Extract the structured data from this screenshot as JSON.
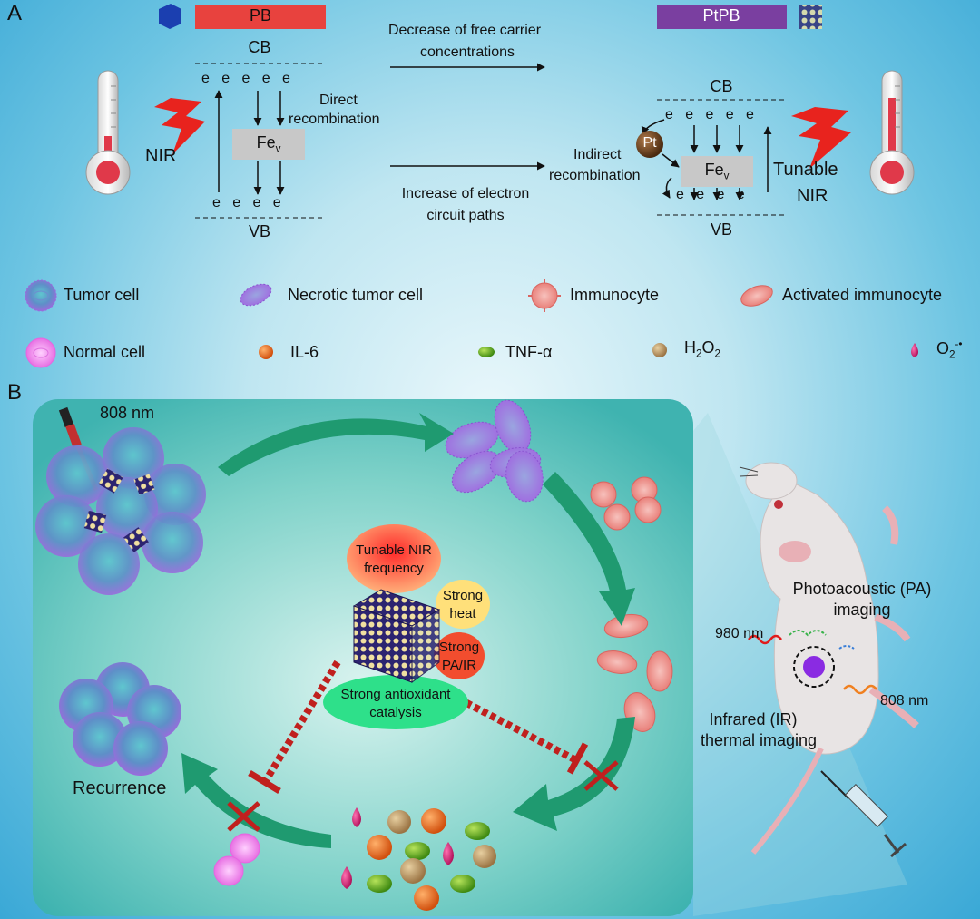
{
  "panel_a": {
    "label": "A",
    "pb_label": "PB",
    "ptpb_label": "PtPB",
    "left": {
      "cb": "CB",
      "vb": "VB",
      "e": "e",
      "fe": "Fe",
      "fe_sub": "v",
      "direct_1": "Direct",
      "direct_2": "recombination",
      "nir": "NIR"
    },
    "middle": {
      "top_1": "Decrease of free carrier",
      "top_2": "concentrations",
      "bottom_1": "Increase of electron",
      "bottom_2": "circuit paths"
    },
    "right": {
      "cb": "CB",
      "vb": "VB",
      "e": "e",
      "fe": "Fe",
      "fe_sub": "v",
      "pt": "Pt",
      "indirect_1": "Indirect",
      "indirect_2": "recombination",
      "tunable_1": "Tunable",
      "tunable_2": "NIR"
    }
  },
  "legend": {
    "tumor_cell": "Tumor cell",
    "necrotic": "Necrotic tumor cell",
    "immunocyte": "Immunocyte",
    "activated": "Activated immunocyte",
    "normal": "Normal cell",
    "il6": "IL-6",
    "tnf": "TNF-α",
    "h2o2": "H",
    "h2o2_sub1": "2",
    "h2o2_mid": "O",
    "h2o2_sub2": "2",
    "o2": "O",
    "o2_sub": "2",
    "o2_sup": "-•"
  },
  "panel_b": {
    "label": "B",
    "laser": "808 nm",
    "tunable_1": "Tunable NIR",
    "tunable_2": "frequency",
    "heat_1": "Strong",
    "heat_2": "heat",
    "pair_1": "Strong",
    "pair_2": "PA/IR",
    "cat_1": "Strong antioxidant",
    "cat_2": "catalysis",
    "recurrence": "Recurrence",
    "pa_1": "Photoacoustic (PA)",
    "pa_2": "imaging",
    "nm980": "980 nm",
    "nm808": "808 nm",
    "ir_1": "Infrared (IR)",
    "ir_2": "thermal imaging"
  },
  "colors": {
    "pb": "#e8423e",
    "ptpb": "#7a3fa0",
    "tumor": "#8a63d2",
    "immuno": "#e9837f",
    "arrow": "#1f9a70",
    "inhibit": "#c0201e",
    "bubble_red": "#f24d2e",
    "bubble_yellow": "#ffe07a",
    "bubble_green": "#2ee08a"
  }
}
